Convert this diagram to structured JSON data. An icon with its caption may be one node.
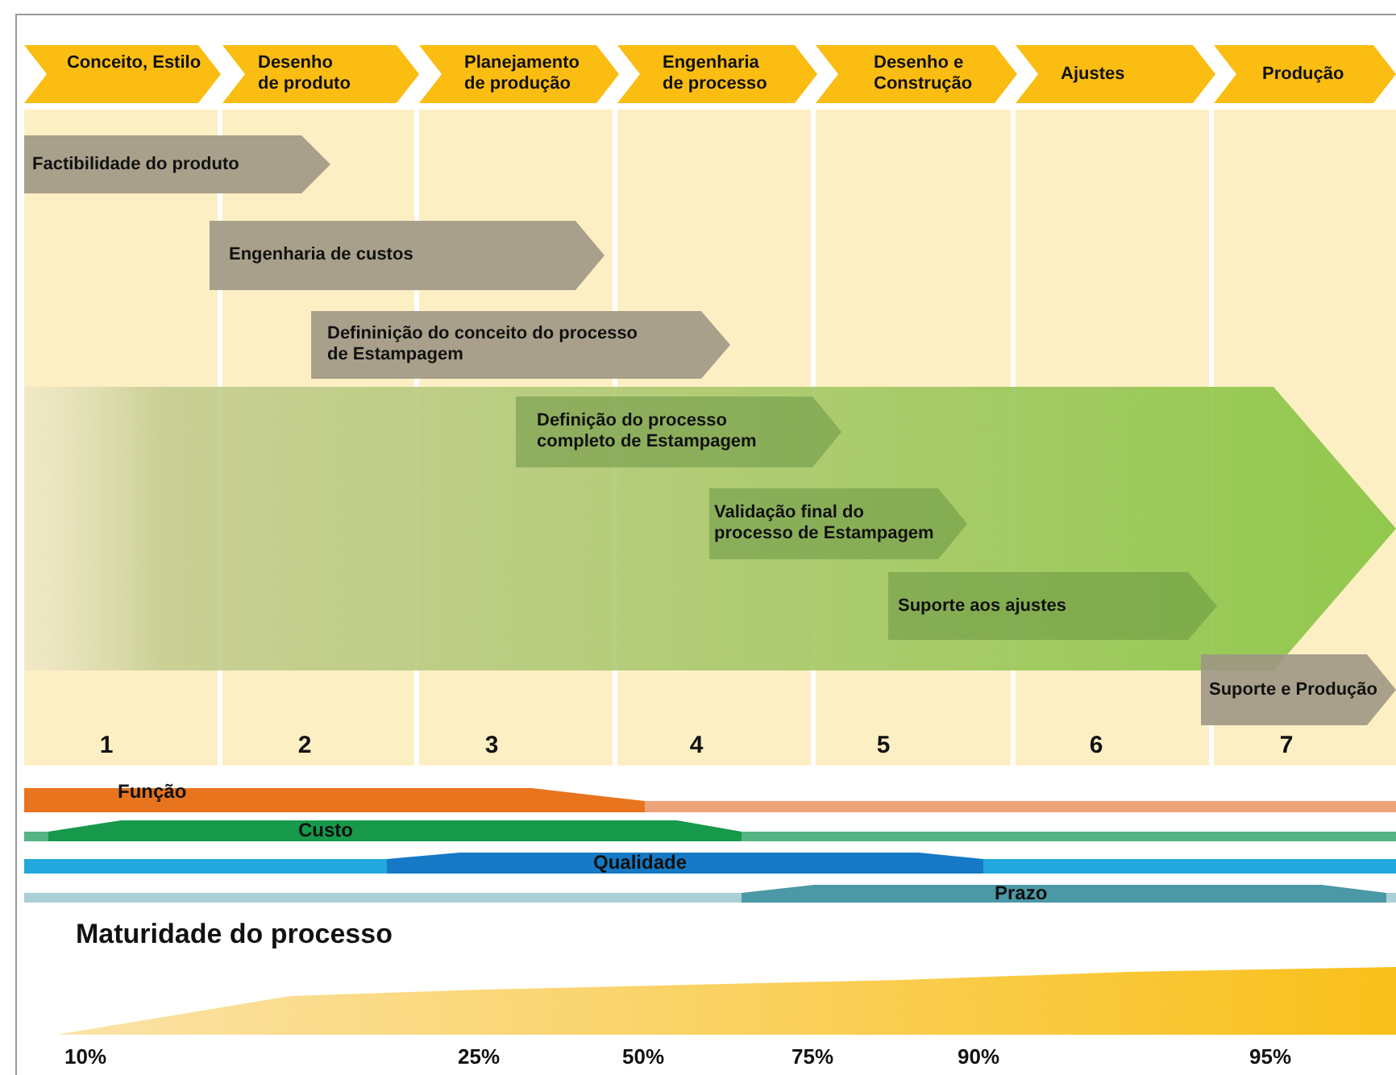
{
  "diagram": {
    "nodes": [
      {
        "text": [
          "Conceito, Estilo"
        ]
      },
      {
        "text": [
          "Desenho de produto"
        ]
      },
      {
        "text": [
          "Planejamento de produção"
        ]
      },
      {
        "text": [
          "Engenharia de processo"
        ]
      },
      {
        "text": [
          "Desenho e Construção"
        ]
      },
      {
        "text": [
          "Ajustes"
        ]
      },
      {
        "text": [
          "Produção"
        ]
      },
      {
        "text": [
          "Factibilidade do produto"
        ]
      },
      {
        "text": [
          "Engenharia de custos"
        ]
      },
      {
        "text": [
          "Defininição do conceito do processo de Estampagem"
        ]
      },
      {
        "text": [],
        "shape": "arrow"
      },
      {
        "text": [
          "Definição do processo completo de Estampagem"
        ],
        "in": 10
      },
      {
        "text": [
          "Validação final do processo de Estampagem"
        ],
        "in": 10
      },
      {
        "text": [
          "Suporte aos ajustes"
        ],
        "in": 10
      },
      {
        "text": [
          "Suporte e Produção"
        ]
      },
      {
        "text": [
          "Função"
        ]
      },
      {
        "text": [
          "Custo"
        ]
      },
      {
        "text": [
          "Qualidade"
        ]
      },
      {
        "text": [
          "Prazo"
        ]
      }
    ],
    "labels": [
      "1",
      "2",
      "3",
      "4",
      "5",
      "6",
      "7",
      "Maturidade do processo",
      "10%",
      "25%",
      "50%",
      "75%",
      "90%",
      "95%"
    ]
  }
}
